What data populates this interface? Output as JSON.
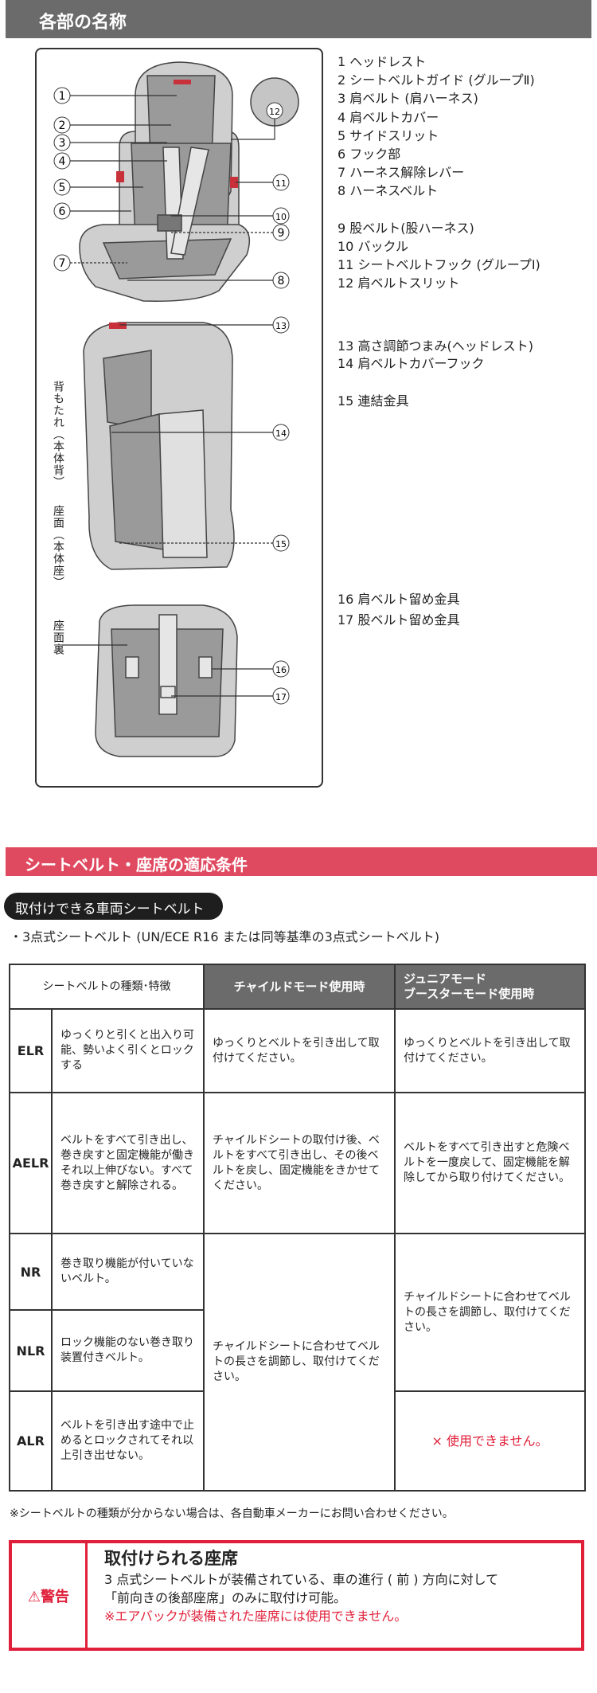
{
  "section1": {
    "title": "各部の名称"
  },
  "parts": [
    "1 ヘッドレスト",
    "2 シートベルトガイド (グループⅡ)",
    "3 肩ベルト (肩ハーネス)",
    "4 肩ベルトカバー",
    "5 サイドスリット",
    "6 フック部",
    "7 ハーネス解除レバー",
    "8 ハーネスベルト",
    "9 股ベルト(股ハーネス)",
    "10 バックル",
    "11 シートベルトフック (グループⅠ)",
    "12 肩ベルトスリット",
    "13 高さ調節つまみ(ヘッドレスト)",
    "14 肩ベルトカバーフック",
    "15 連結金具",
    "16 肩ベルト留め金具",
    "17 股ベルト留め金具"
  ],
  "diagram": {
    "label_back": "背もたれ（本体背）",
    "label_seat": "座面（本体座）",
    "label_under": "座面裏",
    "callouts": [
      "1",
      "2",
      "3",
      "4",
      "5",
      "6",
      "7",
      "8",
      "9",
      "10",
      "11",
      "12",
      "13",
      "14",
      "15",
      "16",
      "17"
    ]
  },
  "colors": {
    "header_gray": "#6b6b6b",
    "accent_red": "#e04a60",
    "warning_red": "#e0203a"
  },
  "section2": {
    "title": "シートベルト・座席の適応条件",
    "pill": "取付けできる車両シートベルト",
    "bullet": "・3点式シートベルト (UN/ECE R16 または同等基準の3点式シートベルト)"
  },
  "table": {
    "headers": {
      "type": "シートベルトの種類･特徴",
      "child": "チャイルドモード使用時",
      "junior_1": "ジュニアモード",
      "junior_2": "ブースターモード使用時"
    },
    "rows": [
      {
        "code": "ELR",
        "desc": "ゆっくりと引くと出入り可能、勢いよく引くとロックする",
        "child": "ゆっくりとベルトを引き出して取付けてください。",
        "junior": "ゆっくりとベルトを引き出して取付けてください。"
      },
      {
        "code": "AELR",
        "desc": "ベルトをすべて引き出し、巻き戻すと固定機能が働きそれ以上伸びない。すべて巻き戻すと解除される。",
        "child": "チャイルドシートの取付け後、ベルトをすべて引き出し、その後ベルトを戻し、固定機能をきかせてください。",
        "junior": "ベルトをすべて引き出すと危険ベルトを一度戻して、固定機能を解除してから取り付けてください。"
      },
      {
        "code": "NR",
        "desc": "巻き取り機能が付いていないベルト。",
        "child": "チャイルドシートに合わせてベルトの長さを調節し、取付けてください。",
        "junior": "チャイルドシートに合わせてベルトの長さを調節し、取付けてください。"
      },
      {
        "code": "NLR",
        "desc": "ロック機能のない巻き取り装置付きベルト。"
      },
      {
        "code": "ALR",
        "desc": "ベルトを引き出す途中で止めるとロックされてそれ以上引き出せない。",
        "junior": "× 使用できません。"
      }
    ]
  },
  "note": "※シートベルトの種類が分からない場合は、各自動車メーカーにお問い合わせください。",
  "warning": {
    "label": "⚠警告",
    "title": "取付けられる座席",
    "line1": "3 点式シートベルトが装備されている、車の進行 ( 前 ) 方向に対して",
    "line2": "「前向きの後部座席」のみに取付け可能。",
    "line3": "※エアバックが装備された座席には使用できません。"
  }
}
